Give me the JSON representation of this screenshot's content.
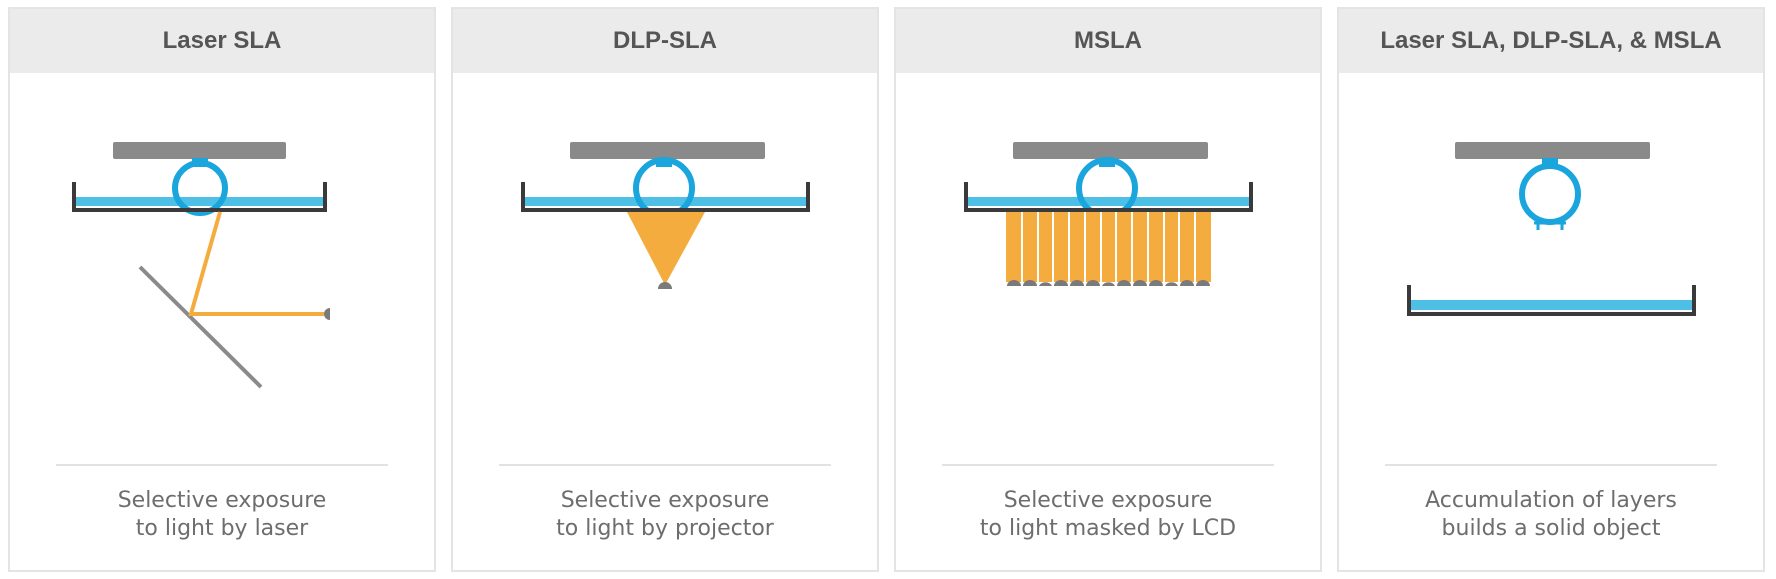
{
  "colors": {
    "header_bg": "#ebebeb",
    "platform": "#8a8a8a",
    "resin": "#4ec0e6",
    "vat": "#3a3a3c",
    "light": "#f5ac3e",
    "mirror": "#8a8a8a"
  },
  "panels": [
    {
      "title": "Laser SLA",
      "caption": [
        "Selective exposure",
        "to light by laser"
      ]
    },
    {
      "title": "DLP-SLA",
      "caption": [
        "Selective exposure",
        "to light by projector"
      ]
    },
    {
      "title": "MSLA",
      "caption": [
        "Selective exposure",
        "to light masked by LCD"
      ]
    },
    {
      "title": "Laser SLA, DLP-SLA, & MSLA",
      "caption": [
        "Accumulation of layers",
        "builds a solid object"
      ]
    }
  ]
}
